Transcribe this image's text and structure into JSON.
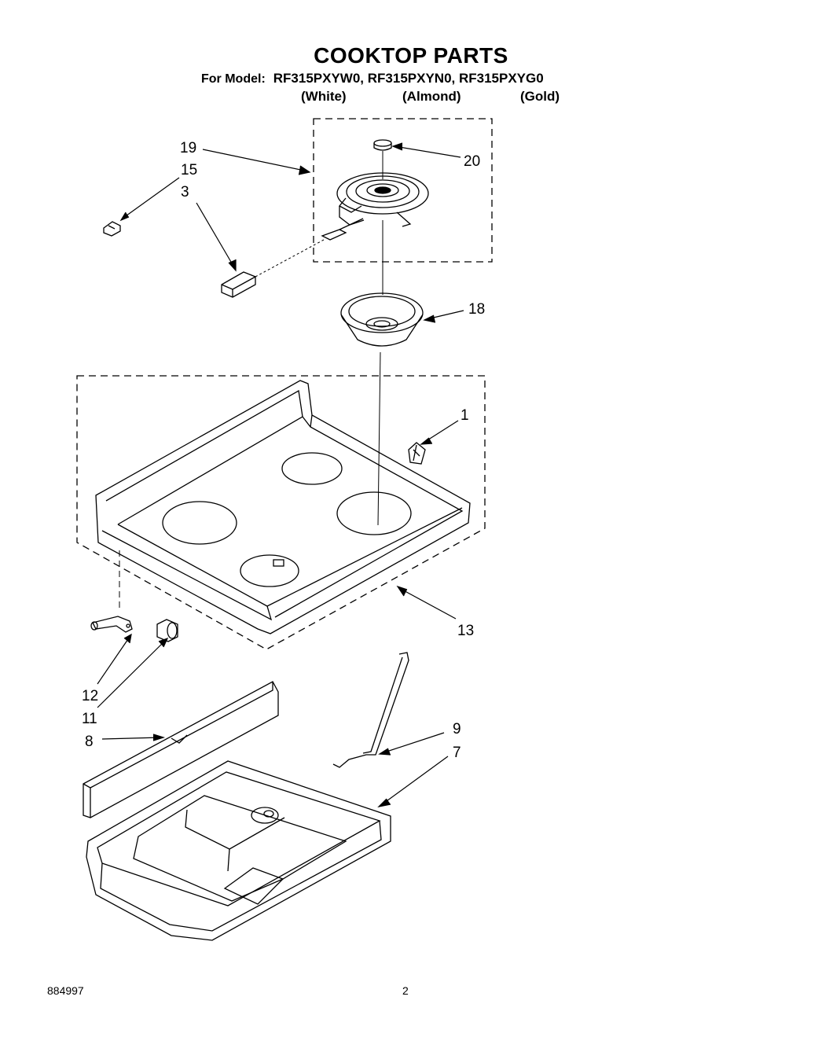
{
  "title": "COOKTOP PARTS",
  "model_prefix": "For Model:",
  "models": "RF315PXYW0, RF315PXYN0, RF315PXYG0",
  "colors": [
    "(White)",
    "(Almond)",
    "(Gold)"
  ],
  "callouts": {
    "c19": "19",
    "c15": "15",
    "c3": "3",
    "c20": "20",
    "c18": "18",
    "c1": "1",
    "c13": "13",
    "c12": "12",
    "c11": "11",
    "c8": "8",
    "c9": "9",
    "c7": "7"
  },
  "footer": {
    "doc_number": "884997",
    "page_number": "2"
  }
}
